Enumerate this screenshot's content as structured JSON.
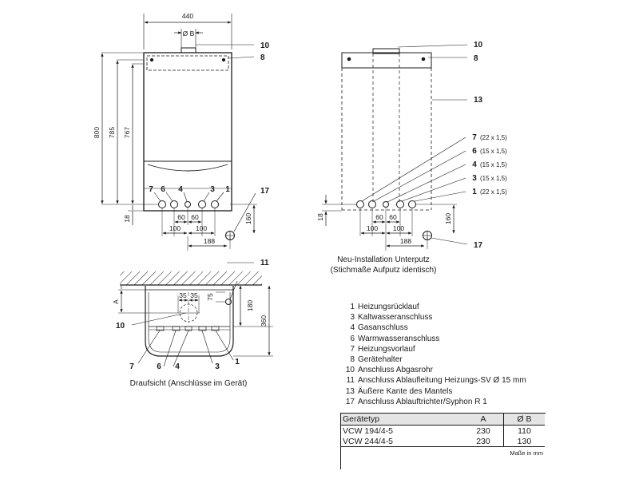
{
  "front": {
    "width": "440",
    "flue_dia": "Ø B",
    "heights": [
      "800",
      "785",
      "767"
    ],
    "bottom_offset": "18",
    "conn_labels": [
      "7",
      "6",
      "4",
      "3",
      "1"
    ],
    "spacings": [
      "60",
      "60",
      "100",
      "100"
    ],
    "drain_labels": [
      "160",
      "188"
    ],
    "callouts": [
      "10",
      "8",
      "17"
    ]
  },
  "side": {
    "conn_labels": [
      {
        "num": "7",
        "size": "(22 x 1,5)"
      },
      {
        "num": "6",
        "size": "(15 x 1,5)"
      },
      {
        "num": "4",
        "size": "(15 x 1,5)"
      },
      {
        "num": "3",
        "size": "(15 x 1,5)"
      },
      {
        "num": "1",
        "size": "(22 x 1,5)"
      }
    ],
    "callouts": [
      "10",
      "8",
      "13",
      "17"
    ],
    "bottom_offset": "18",
    "spacings": [
      "60",
      "60",
      "100",
      "100"
    ],
    "drain_labels": [
      "160",
      "188"
    ],
    "caption_line1": "Neu-Installation Unterputz",
    "caption_line2": "(Stichmaße Aufputz identisch)"
  },
  "top_view": {
    "callout_top": "11",
    "dim_a": "A",
    "dims_small": [
      "35",
      "35",
      "75"
    ],
    "dim_180": "180",
    "dim_360": "360",
    "callout_left": "10",
    "bottom_labels": [
      "7",
      "6",
      "4",
      "3",
      "1"
    ],
    "caption": "Draufsicht (Anschlüsse im Gerät)"
  },
  "legend": [
    {
      "num": "1",
      "text": "Heizungsrücklauf"
    },
    {
      "num": "3",
      "text": "Kaltwasseranschluss"
    },
    {
      "num": "4",
      "text": "Gasanschluss"
    },
    {
      "num": "6",
      "text": "Warmwasseranschluss"
    },
    {
      "num": "7",
      "text": "Heizungsvorlauf"
    },
    {
      "num": "8",
      "text": "Gerätehalter"
    },
    {
      "num": "10",
      "text": "Anschluss Abgasrohr"
    },
    {
      "num": "11",
      "text": "Anschluss Ablaufleitung Heizungs-SV Ø 15 mm"
    },
    {
      "num": "13",
      "text": "Äußere Kante des Mantels"
    },
    {
      "num": "17",
      "text": "Anschluss Ablauftrichter/Syphon R 1"
    }
  ],
  "table": {
    "headers": [
      "Gerätetyp",
      "A",
      "Ø B"
    ],
    "rows": [
      [
        "VCW 194/4-5",
        "230",
        "110"
      ],
      [
        "VCW 244/4-5",
        "230",
        "130"
      ]
    ],
    "unit": "Maße in mm"
  }
}
